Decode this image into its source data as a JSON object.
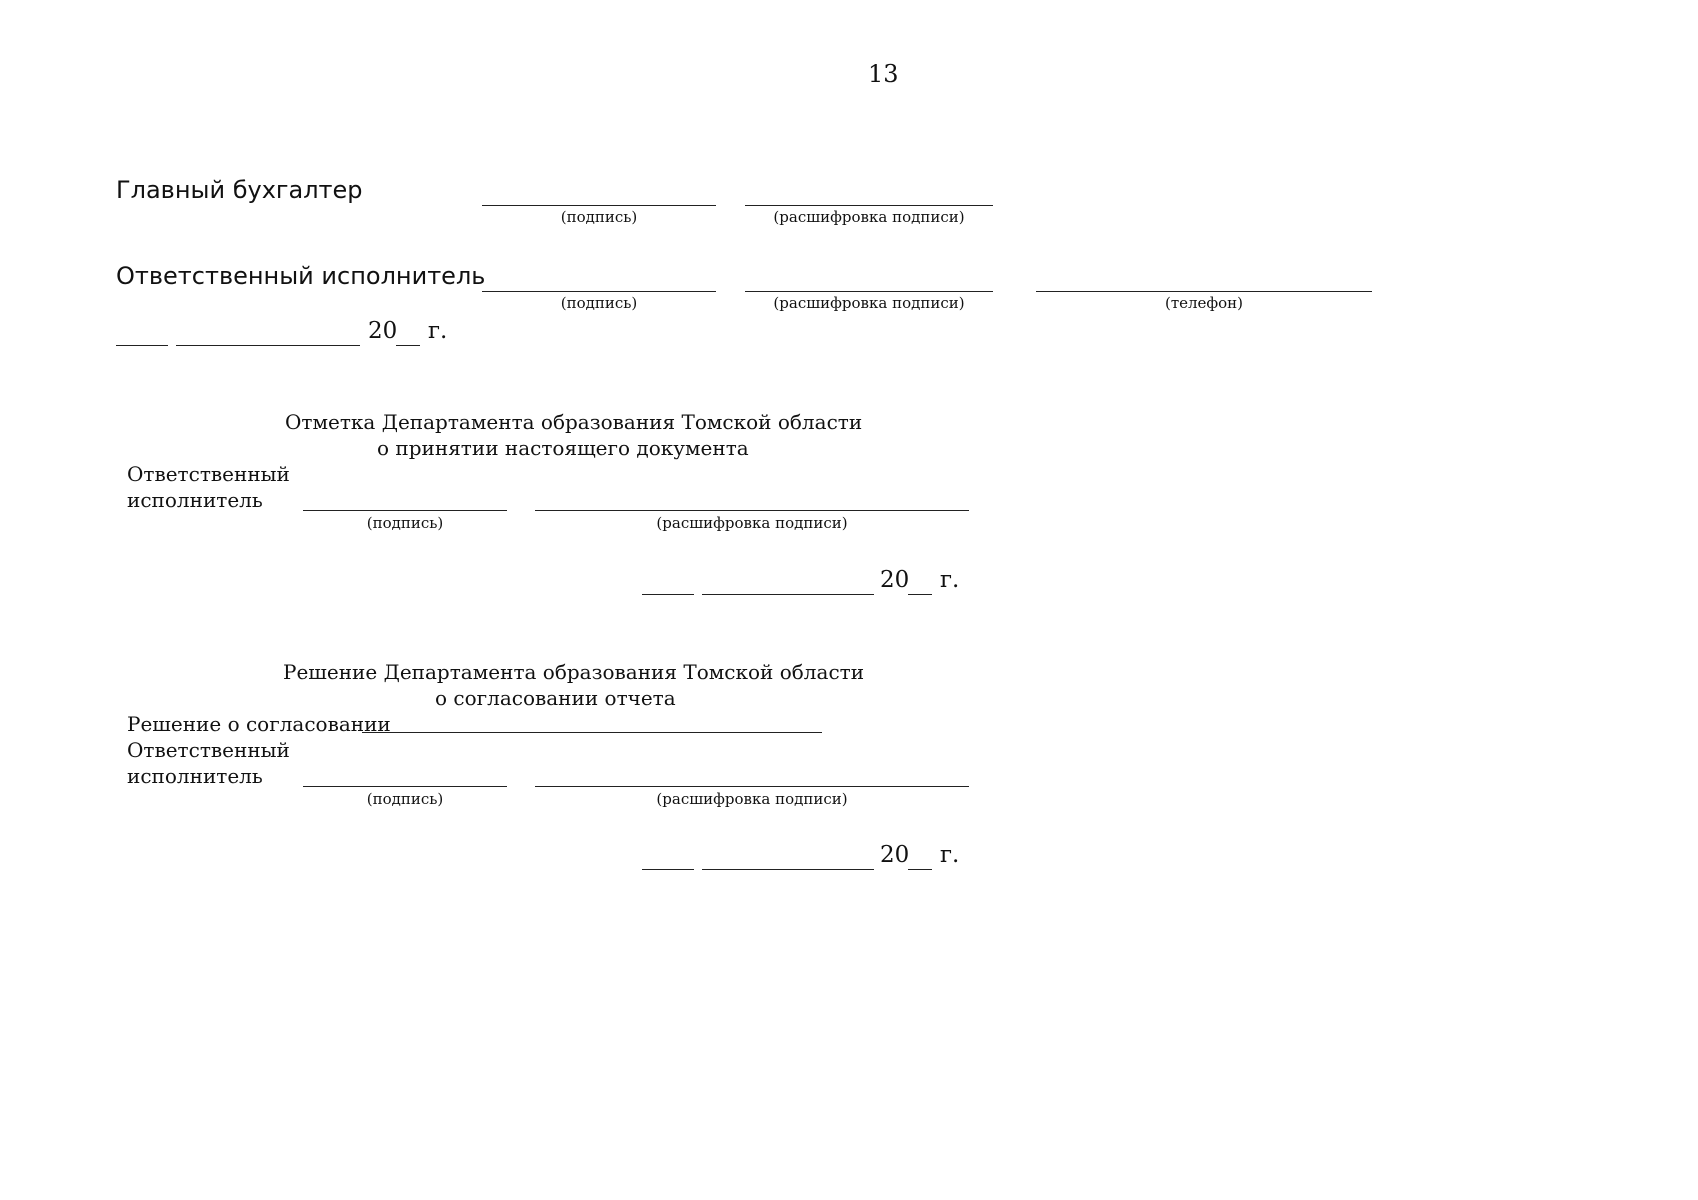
{
  "page_number": "13",
  "block1": {
    "chief_accountant_label": "Главный бухгалтер",
    "responsible_executor_label": "Ответственный исполнитель",
    "caption_signature": "(подпись)",
    "caption_signature_decoding": "(расшифровка подписи)",
    "caption_phone": "(телефон)",
    "date_year_prefix": "20",
    "date_year_suffix": "г."
  },
  "block2": {
    "heading_line1": "Отметка Департамента образования Томской области",
    "heading_line2": "о принятии настоящего документа",
    "responsible_line1": "Ответственный",
    "responsible_line2": "исполнитель",
    "caption_signature": "(подпись)",
    "caption_signature_decoding": "(расшифровка подписи)",
    "date_year_prefix": "20",
    "date_year_suffix": "г."
  },
  "block3": {
    "heading_line1": "Решение Департамента образования Томской области",
    "heading_line2": "о согласовании отчета",
    "decision_label": "Решение о согласовании",
    "responsible_line1": "Ответственный",
    "responsible_line2": "исполнитель",
    "caption_signature": "(подпись)",
    "caption_signature_decoding": "(расшифровка подписи)",
    "date_year_prefix": "20",
    "date_year_suffix": "г."
  }
}
